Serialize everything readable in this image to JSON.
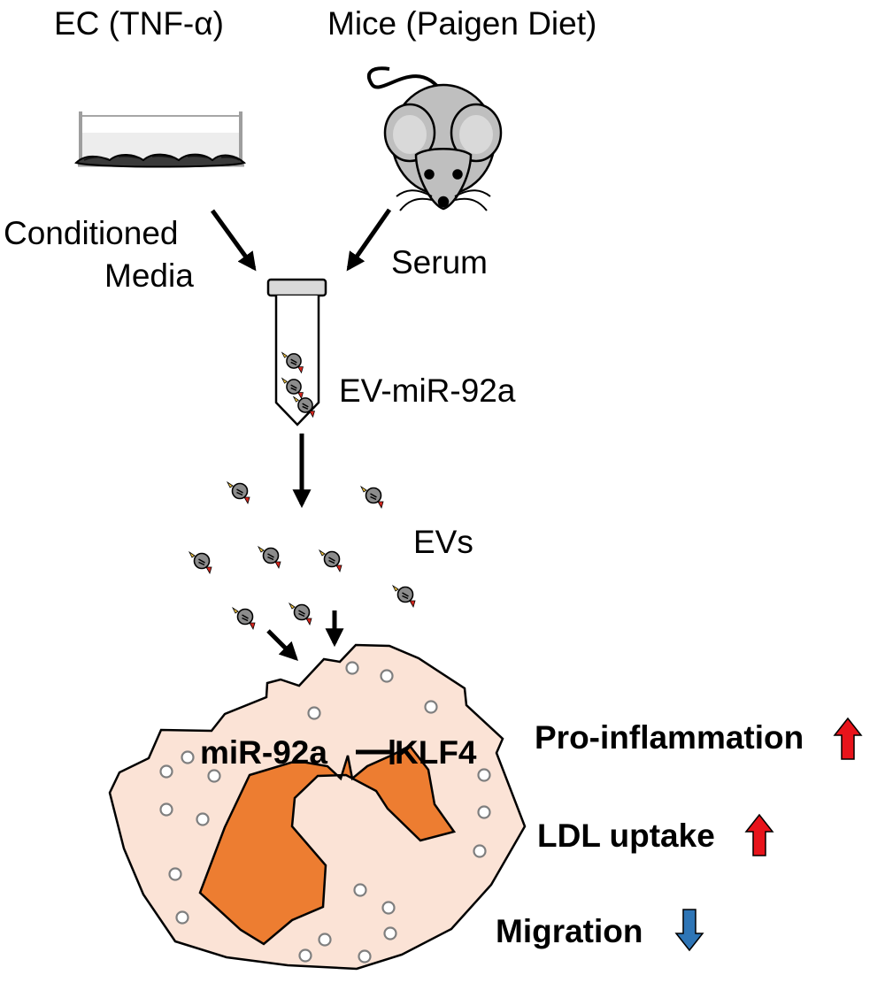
{
  "labels": {
    "ec_source": "EC (TNF-α)",
    "mice_source": "Mice (Paigen Diet)",
    "conditioned_media_line1": "Conditioned",
    "conditioned_media_line2": "Media",
    "serum": "Serum",
    "ev_mir": "EV-miR-92a",
    "evs": "EVs",
    "mir92a": "miR-92a",
    "klf4": "KLF4",
    "effect_inflammation": "Pro-inflammation",
    "effect_ldl": "LDL uptake",
    "effect_migration": "Migration"
  },
  "effects": [
    {
      "name": "Pro-inflammation",
      "direction": "up",
      "color": "#e8141b"
    },
    {
      "name": "LDL uptake",
      "direction": "up",
      "color": "#e8141b"
    },
    {
      "name": "Migration",
      "direction": "down",
      "color": "#2e75b6"
    }
  ],
  "colors": {
    "cell_fill": "#fbe3d6",
    "nucleus_fill": "#ed7d31",
    "mouse_fill": "#bfbfbf",
    "ev_fill": "#8c8c8c",
    "up_arrow": "#e8141b",
    "down_arrow": "#2e75b6"
  }
}
